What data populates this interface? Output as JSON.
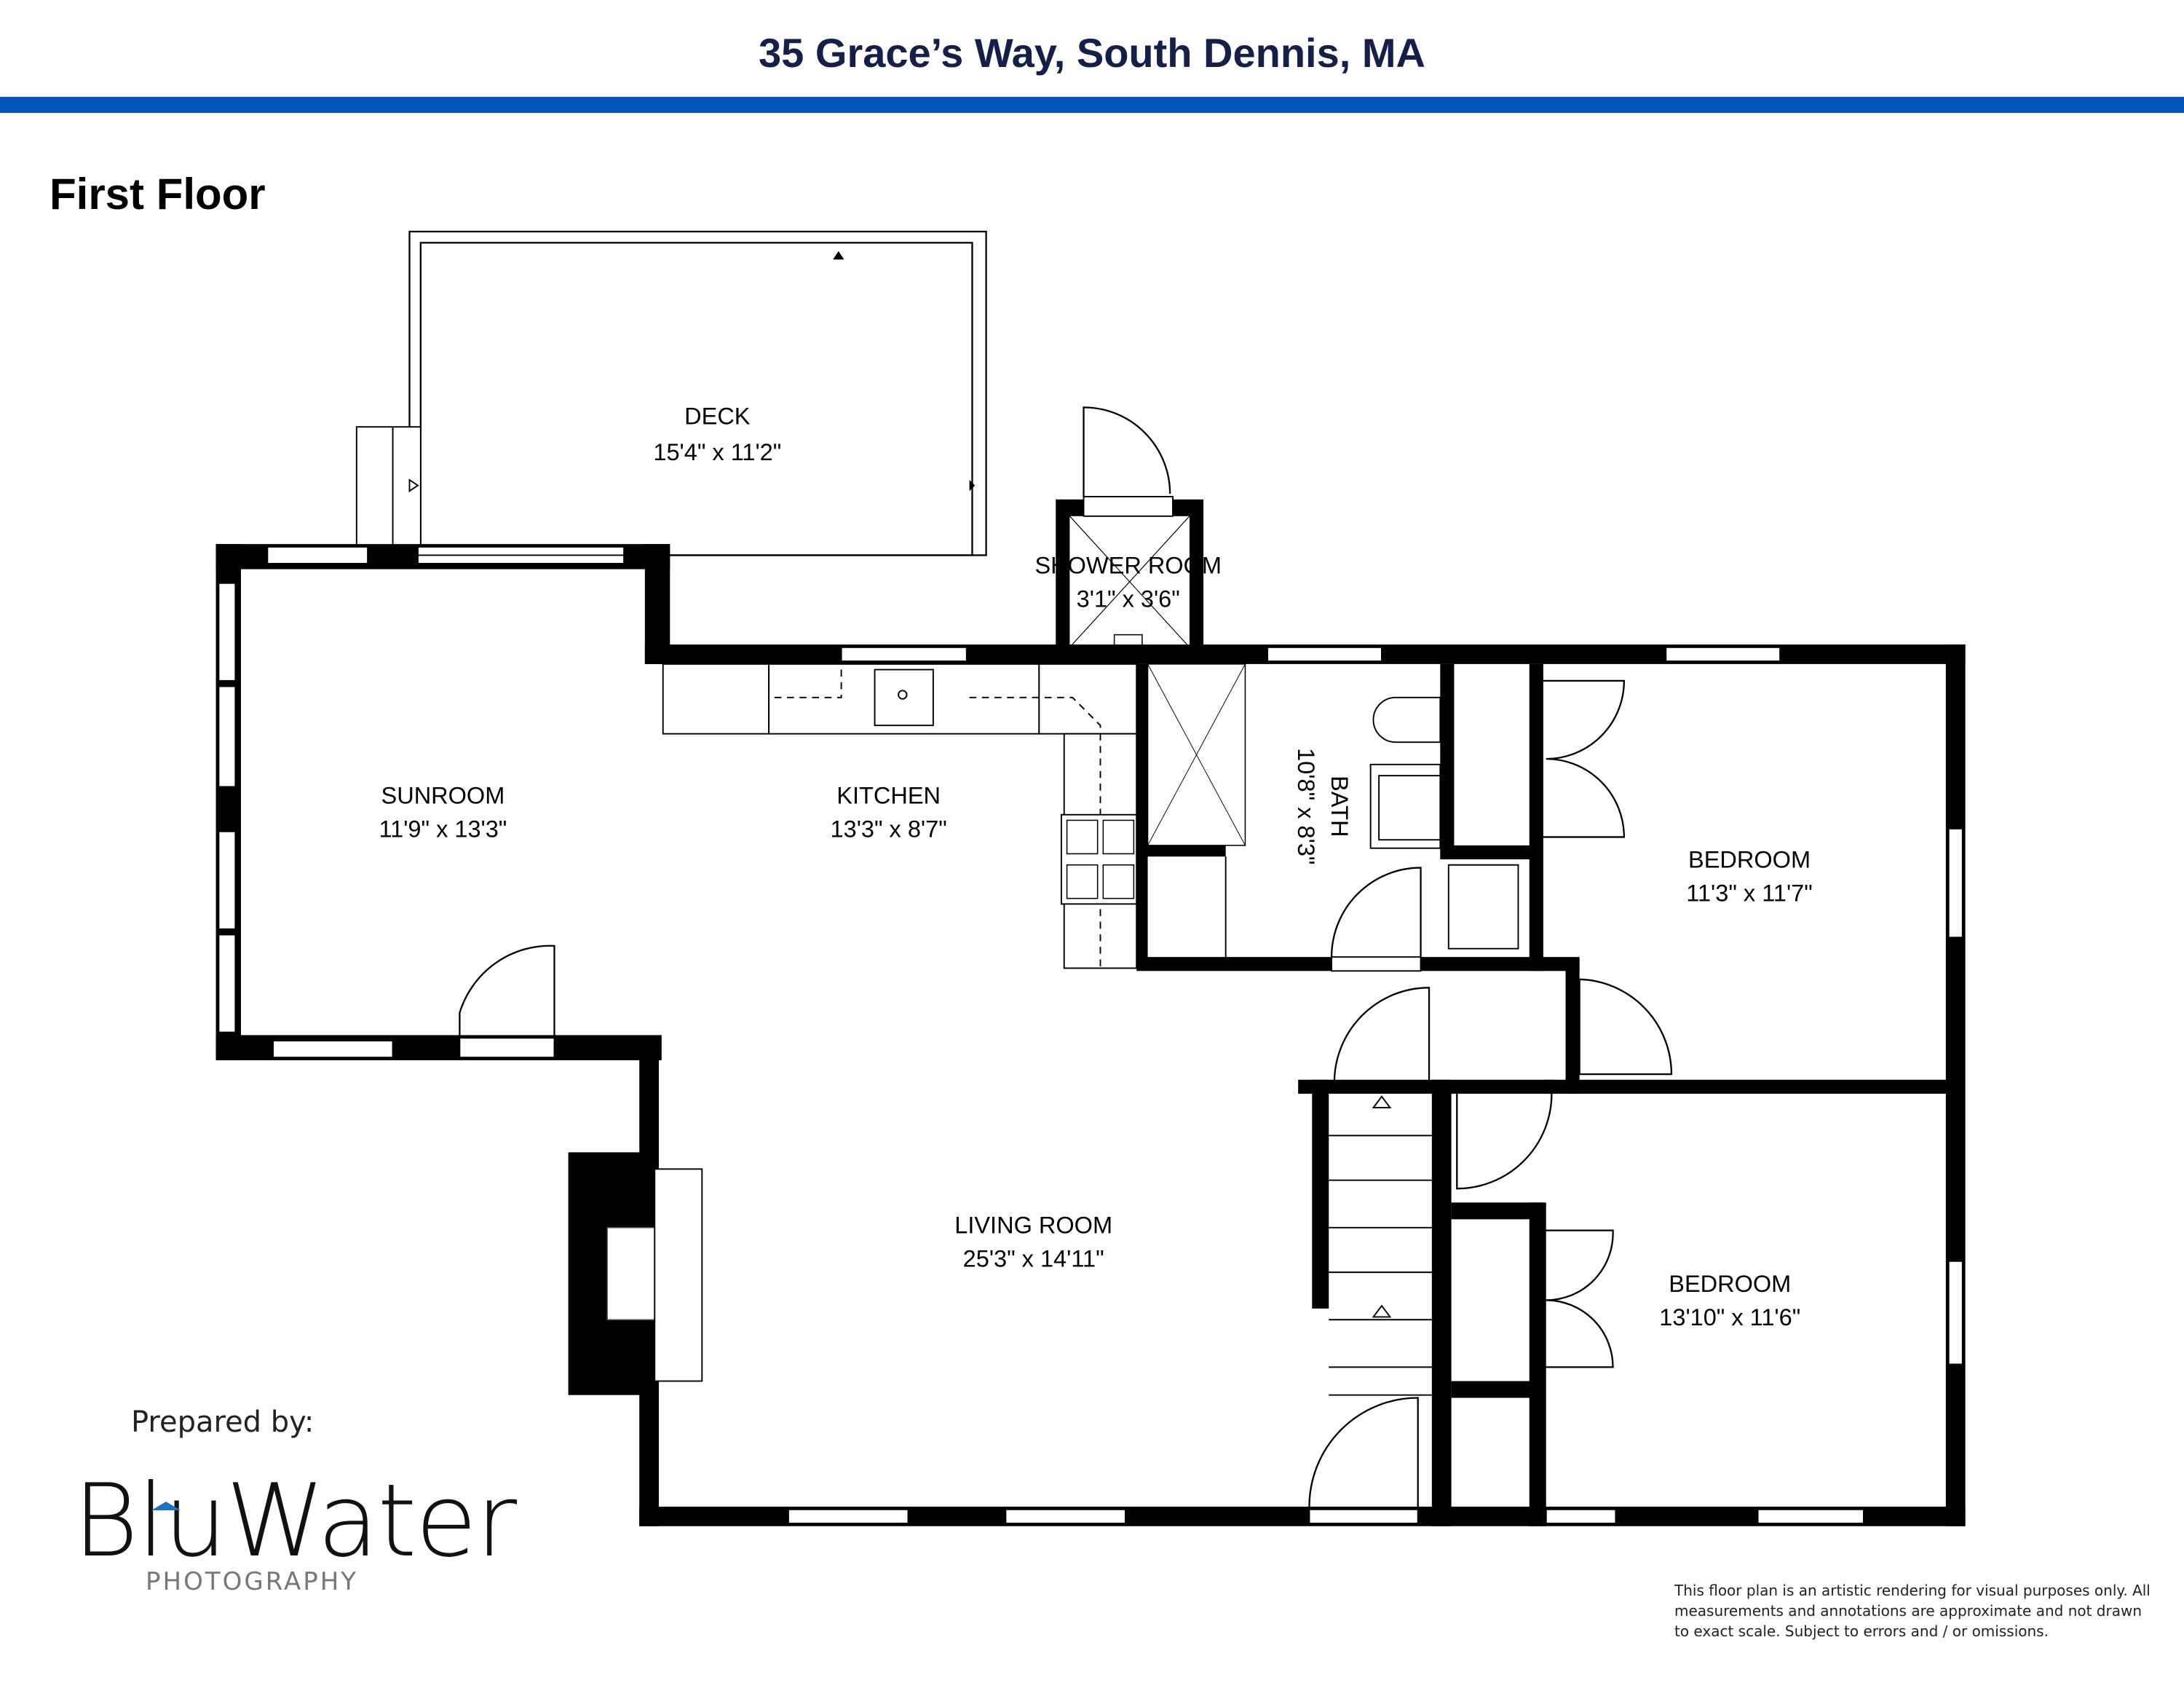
{
  "header": {
    "title": "35 Grace’s Way, South Dennis, MA",
    "accent_color": "#0057b8",
    "title_color": "#14204a"
  },
  "floor": {
    "name": "First Floor"
  },
  "rooms": [
    {
      "name": "DECK",
      "dimensions": "15'4\" x 11'2\""
    },
    {
      "name": "SHOWER ROOM",
      "dimensions": "3'1\" x 3'6\""
    },
    {
      "name": "SUNROOM",
      "dimensions": "11'9\" x 13'3\""
    },
    {
      "name": "KITCHEN",
      "dimensions": "13'3\" x 8'7\""
    },
    {
      "name": "BATH",
      "dimensions": "10'8\" x 8'3\""
    },
    {
      "name": "BEDROOM",
      "dimensions": "11'3\" x 11'7\""
    },
    {
      "name": "LIVING ROOM",
      "dimensions": "25'3\" x 14'11\""
    },
    {
      "name": "BEDROOM",
      "dimensions": "13'10\" x 11'6\""
    }
  ],
  "branding": {
    "prepared_by": "Prepared by:",
    "logo_main": "BluWater",
    "logo_sub": "PHOTOGRAPHY",
    "logo_accent_color": "#1e73be"
  },
  "disclaimer": "This floor plan is an artistic rendering for visual purposes only.  All measurements and annotations are approximate and not drawn to exact scale. Subject to errors and / or omissions."
}
